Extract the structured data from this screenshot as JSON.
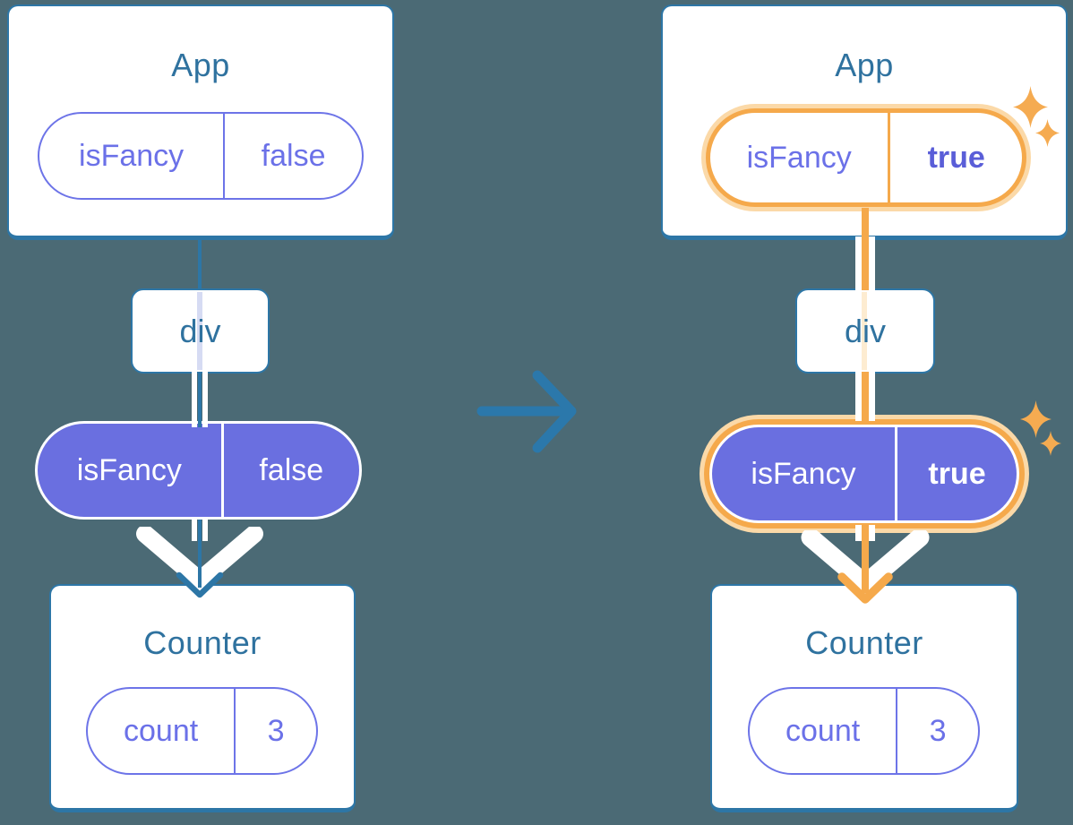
{
  "colors": {
    "background": "#4b6a75",
    "card_border_blue": "#2d76a6",
    "heading_text_blue": "#2f729f",
    "pill_purple_border": "#6d74e8",
    "pill_purple_fill": "#6a6fe0",
    "true_bold_purple": "#5a5ed8",
    "highlight_orange": "#f5a94b",
    "highlight_orange_glow": "#fbd9a8",
    "white": "#ffffff"
  },
  "before": {
    "app": {
      "title": "App",
      "state_pill": {
        "name": "isFancy",
        "value": "false"
      }
    },
    "div_box": {
      "label": "div"
    },
    "prop_pill": {
      "name": "isFancy",
      "value": "false"
    },
    "counter": {
      "title": "Counter",
      "state_pill": {
        "name": "count",
        "value": "3"
      }
    }
  },
  "after": {
    "app": {
      "title": "App",
      "state_pill": {
        "name": "isFancy",
        "value": "true"
      }
    },
    "div_box": {
      "label": "div"
    },
    "prop_pill": {
      "name": "isFancy",
      "value": "true"
    },
    "counter": {
      "title": "Counter",
      "state_pill": {
        "name": "count",
        "value": "3"
      }
    }
  },
  "icons": {
    "transition_arrow": "arrow-right-icon",
    "flow_arrow_before": "down-arrow-icon",
    "flow_arrow_after": "down-arrow-icon",
    "sparkles": "sparkle-icon"
  }
}
